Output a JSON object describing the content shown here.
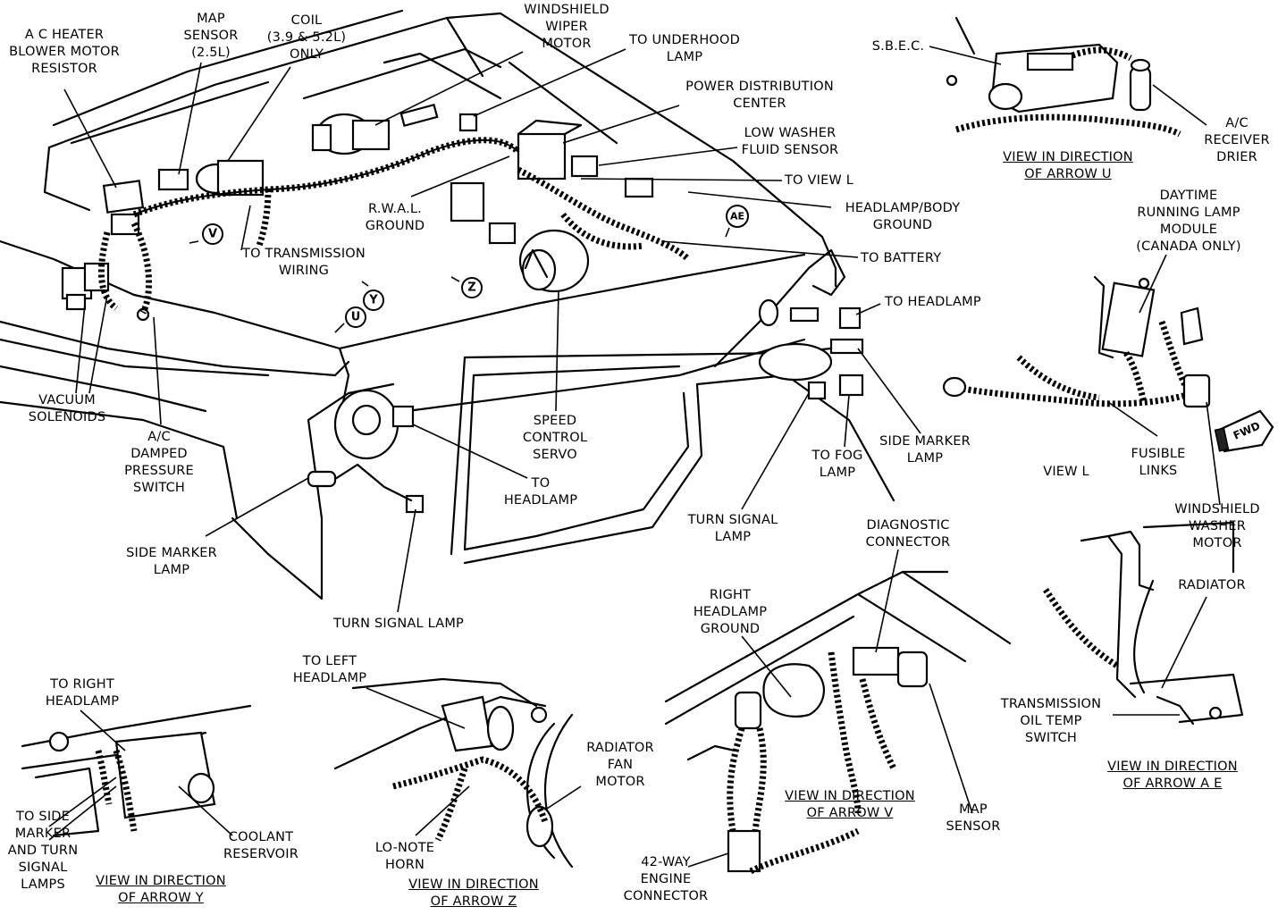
{
  "labels": {
    "ac_heater_resistor": "A C HEATER\nBLOWER MOTOR\nRESISTOR",
    "map_sensor_25": "MAP\nSENSOR\n(2.5L)",
    "coil": "COIL\n(3.9 & 5.2L)\nONLY",
    "wiper_motor": "WINDSHIELD\nWIPER\nMOTOR",
    "underhood_lamp": "TO UNDERHOOD\nLAMP",
    "power_dist": "POWER DISTRIBUTION\nCENTER",
    "low_washer": "LOW WASHER\nFLUID SENSOR",
    "to_view_l": "TO VIEW L",
    "rwal_ground": "R.W.A.L.\nGROUND",
    "headlamp_body_ground": "HEADLAMP/BODY\nGROUND",
    "to_trans_wiring": "TO TRANSMISSION\nWIRING",
    "to_battery": "TO BATTERY",
    "to_headlamp_right": "TO HEADLAMP",
    "vacuum_solenoids": "VACUUM\nSOLENOIDS",
    "ac_damped_switch": "A/C\nDAMPED\nPRESSURE\nSWITCH",
    "speed_control": "SPEED\nCONTROL\nSERVO",
    "to_headlamp_center": "TO\nHEADLAMP",
    "side_marker_left": "SIDE MARKER\nLAMP",
    "turn_signal_center": "TURN SIGNAL LAMP",
    "to_fog_lamp": "TO FOG\nLAMP",
    "side_marker_right": "SIDE MARKER\nLAMP",
    "turn_signal_right": "TURN SIGNAL\nLAMP",
    "sbec": "S.B.E.C.",
    "ac_receiver_drier": "A/C\nRECEIVER\nDRIER",
    "view_arrow_u": "VIEW IN DIRECTION\nOF ARROW U",
    "drl_module": "DAYTIME\nRUNNING LAMP\nMODULE\n(CANADA ONLY)",
    "view_l": "VIEW L",
    "fusible_links": "FUSIBLE\nLINKS",
    "washer_motor": "WINDSHIELD\nWASHER\nMOTOR",
    "fwd": "FWD",
    "diagnostic_connector": "DIAGNOSTIC\nCONNECTOR",
    "right_headlamp_ground": "RIGHT\nHEADLAMP\nGROUND",
    "radiator": "RADIATOR",
    "trans_oil_temp": "TRANSMISSION\nOIL TEMP\nSWITCH",
    "view_arrow_ae": "VIEW IN DIRECTION\nOF ARROW A E",
    "map_sensor_v": "MAP\nSENSOR",
    "view_arrow_v": "VIEW IN DIRECTION\nOF ARROW V",
    "engine_connector": "42-WAY\nENGINE\nCONNECTOR",
    "to_right_headlamp": "TO RIGHT\nHEADLAMP",
    "to_side_marker": "TO SIDE\nMARKER\nAND TURN\nSIGNAL\nLAMPS",
    "coolant_reservoir": "COOLANT\nRESERVOIR",
    "view_arrow_y": "VIEW IN DIRECTION\nOF ARROW Y",
    "to_left_headlamp": "TO LEFT\nHEADLAMP",
    "radiator_fan": "RADIATOR\nFAN\nMOTOR",
    "lo_note_horn": "LO-NOTE\nHORN",
    "view_arrow_z": "VIEW IN DIRECTION\nOF ARROW Z"
  },
  "view_tags": {
    "v": "V",
    "u": "U",
    "y": "Y",
    "z": "Z",
    "ae": "AE"
  }
}
